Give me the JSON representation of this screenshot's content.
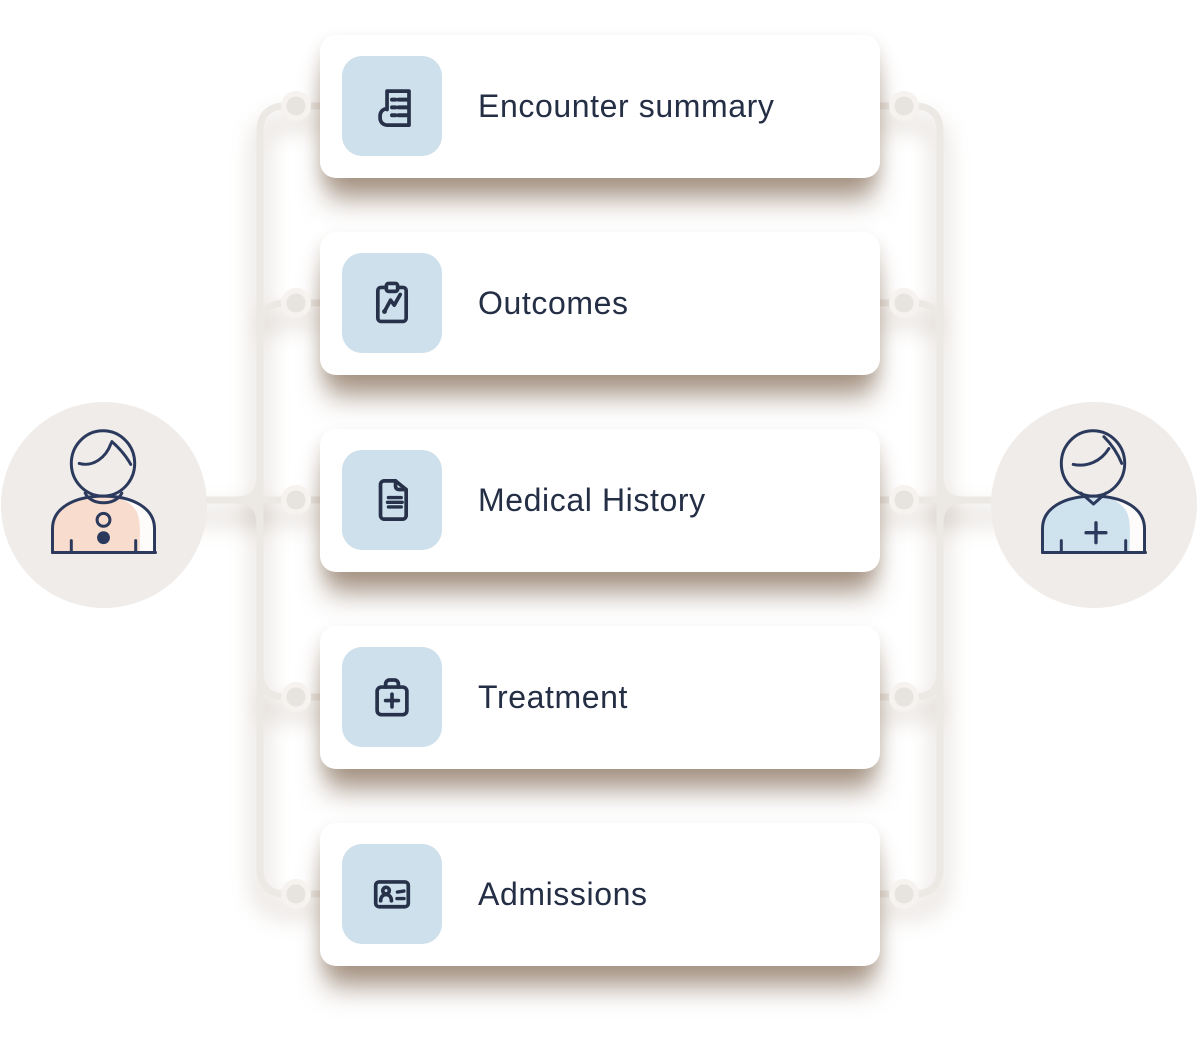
{
  "diagram": {
    "cards": [
      {
        "label": "Encounter summary",
        "icon": "scroll-list-icon"
      },
      {
        "label": "Outcomes",
        "icon": "clipboard-chart-icon"
      },
      {
        "label": "Medical History",
        "icon": "document-lines-icon"
      },
      {
        "label": "Treatment",
        "icon": "medical-bag-plus-icon"
      },
      {
        "label": "Admissions",
        "icon": "id-card-icon"
      }
    ],
    "actors": {
      "left": {
        "name": "patient-avatar",
        "shirt_color": "#f8dcce"
      },
      "right": {
        "name": "clinician-avatar",
        "scrub_color": "#cfe3ee",
        "badge": "plus-cross"
      }
    },
    "colors": {
      "card_background": "#ffffff",
      "icon_tile": "#cde0ec",
      "icon_stroke": "#273149",
      "label_text": "#242e44",
      "connector_line": "#ece8e4",
      "node_ring": "#f5f2ef",
      "node_core": "#e7e3df",
      "avatar_circle": "#efece9",
      "shadow_brown": "rgba(104,74,47,0.5)"
    }
  }
}
